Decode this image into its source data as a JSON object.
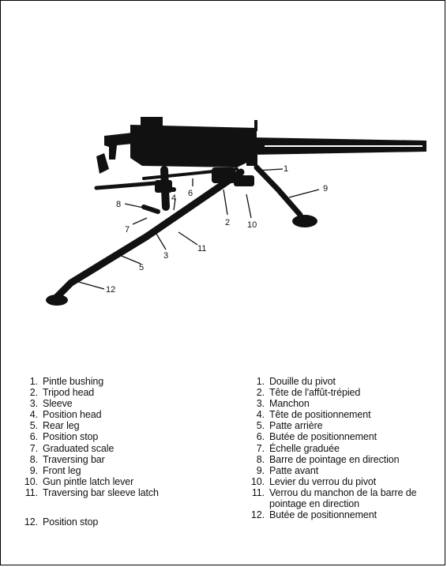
{
  "callouts": [
    "1",
    "2",
    "3",
    "4",
    "5",
    "6",
    "7",
    "8",
    "9",
    "10",
    "11",
    "12"
  ],
  "legend_en": [
    {
      "num": "1.",
      "text": "Pintle bushing"
    },
    {
      "num": "2.",
      "text": "Tripod head"
    },
    {
      "num": "3.",
      "text": "Sleeve"
    },
    {
      "num": "4.",
      "text": "Position head"
    },
    {
      "num": "5.",
      "text": "Rear leg"
    },
    {
      "num": "6.",
      "text": "Position stop"
    },
    {
      "num": "7.",
      "text": "Graduated scale"
    },
    {
      "num": "8.",
      "text": "Traversing bar"
    },
    {
      "num": "9.",
      "text": "Front leg"
    },
    {
      "num": "10.",
      "text": "Gun pintle latch lever"
    },
    {
      "num": "11.",
      "text": "Traversing bar sleeve latch"
    },
    {
      "num": "12.",
      "text": "Position stop"
    }
  ],
  "legend_fr": [
    {
      "num": "1.",
      "text": "Douille du pivot"
    },
    {
      "num": "2.",
      "text": "Tête de l'affût-trépied"
    },
    {
      "num": "3.",
      "text": "Manchon"
    },
    {
      "num": "4.",
      "text": "Tête de positionnement"
    },
    {
      "num": "5.",
      "text": "Patte arrière"
    },
    {
      "num": "6.",
      "text": "Butée de positionnement"
    },
    {
      "num": "7.",
      "text": "Échelle graduée"
    },
    {
      "num": "8.",
      "text": "Barre de pointage en direction"
    },
    {
      "num": "9.",
      "text": "Patte avant"
    },
    {
      "num": "10.",
      "text": "Levier du verrou du pivot"
    },
    {
      "num": "11.",
      "text": "Verrou du manchon de la barre de pointage en direction"
    },
    {
      "num": "12.",
      "text": "Butée de positionnement"
    }
  ]
}
